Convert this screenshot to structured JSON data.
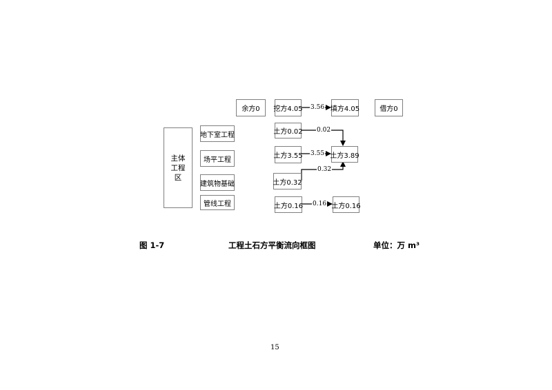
{
  "top_row": {
    "surplus": "余方0",
    "excavation": "挖方4.05",
    "fill": "填方4.05",
    "borrow": "借方0"
  },
  "main_area": {
    "label": "主体工程区"
  },
  "sub_projects": [
    "地下室工程",
    "场平工程",
    "建筑物基础",
    "管线工程"
  ],
  "source_boxes": [
    "土方0.02",
    "土方3.55",
    "土方0.32",
    "土方0.16"
  ],
  "target_boxes": {
    "merged": "土方3.89",
    "pipeline": "土方0.16"
  },
  "flow_labels": {
    "excavation_to_fill": "3.56",
    "a": "0.02",
    "b": "3.55",
    "c": "0.32",
    "d": "0.16"
  },
  "caption": {
    "figure_no": "图 1-7",
    "title": "工程土石方平衡流向框图",
    "unit": "单位：万 m³"
  },
  "page_number": "15"
}
